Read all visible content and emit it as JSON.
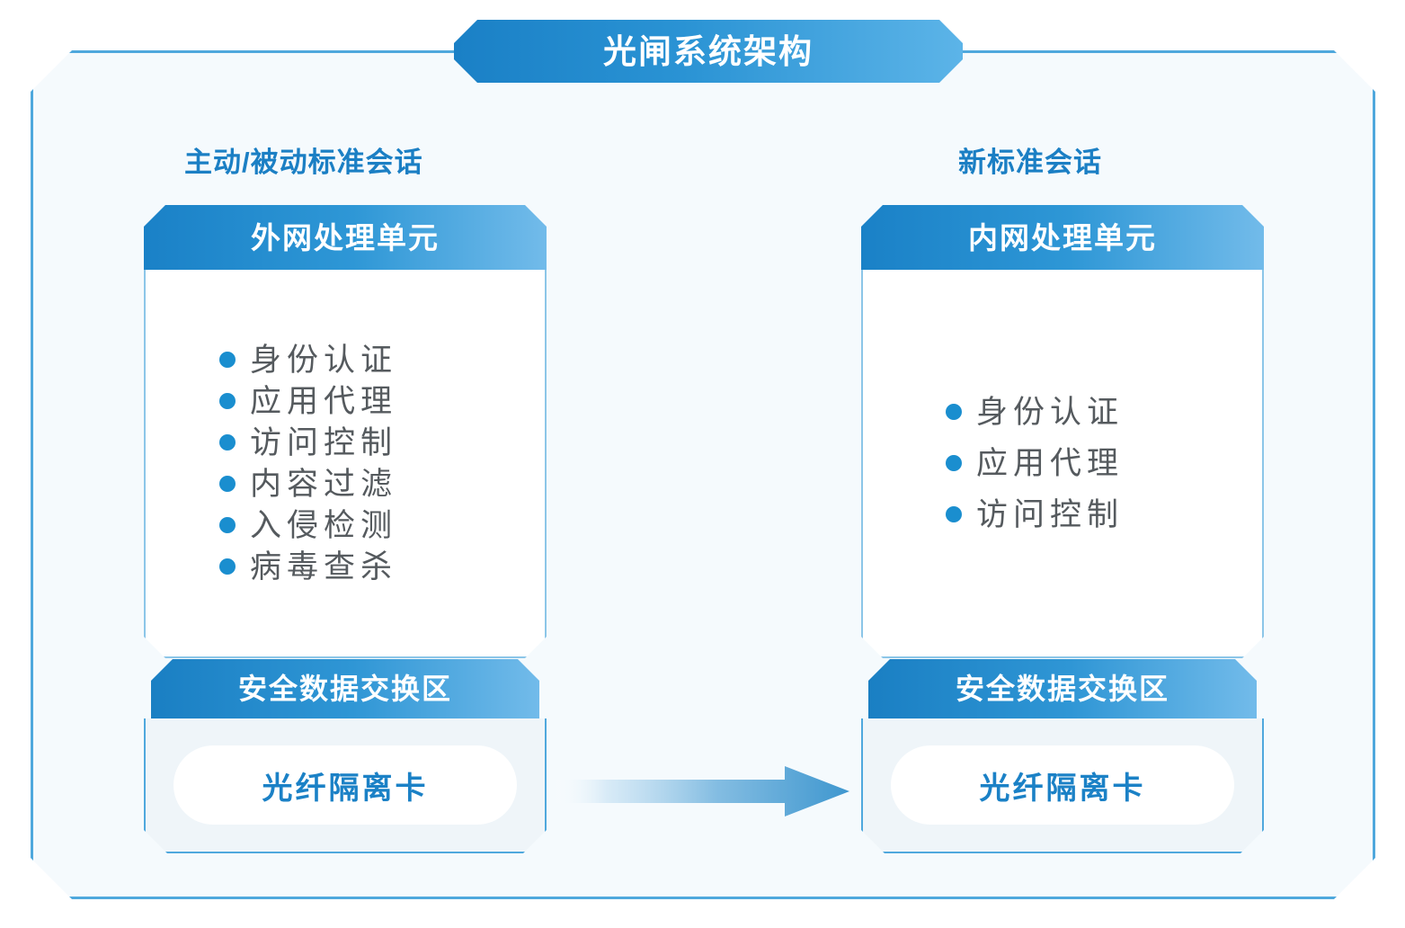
{
  "title": {
    "text": "光闸系统架构"
  },
  "colors": {
    "frame_border": "#4fa8dd",
    "frame_fill": "#f5fafd",
    "header_gradient_start": "#1a81c7",
    "header_gradient_end": "#72bbea",
    "accent_blue": "#1b7fc4",
    "bullet_blue": "#1a8ecf",
    "list_text": "#555a5e",
    "exchange_fill": "#eff5f9",
    "arrow_blue": "#4da2d6"
  },
  "columns": [
    {
      "id": "left",
      "section_title": "主动/被动标准会话",
      "unit": {
        "header": "外网处理单元",
        "items": [
          "身份认证",
          "应用代理",
          "访问控制",
          "内容过滤",
          "入侵检测",
          "病毒查杀"
        ]
      },
      "exchange": {
        "header": "安全数据交换区",
        "card": "光纤隔离卡"
      }
    },
    {
      "id": "right",
      "section_title": "新标准会话",
      "unit": {
        "header": "内网处理单元",
        "items": [
          "身份认证",
          "应用代理",
          "访问控制"
        ]
      },
      "exchange": {
        "header": "安全数据交换区",
        "card": "光纤隔离卡"
      }
    }
  ],
  "arrow": {
    "name": "data-flow-arrow",
    "direction": "left-to-right"
  }
}
